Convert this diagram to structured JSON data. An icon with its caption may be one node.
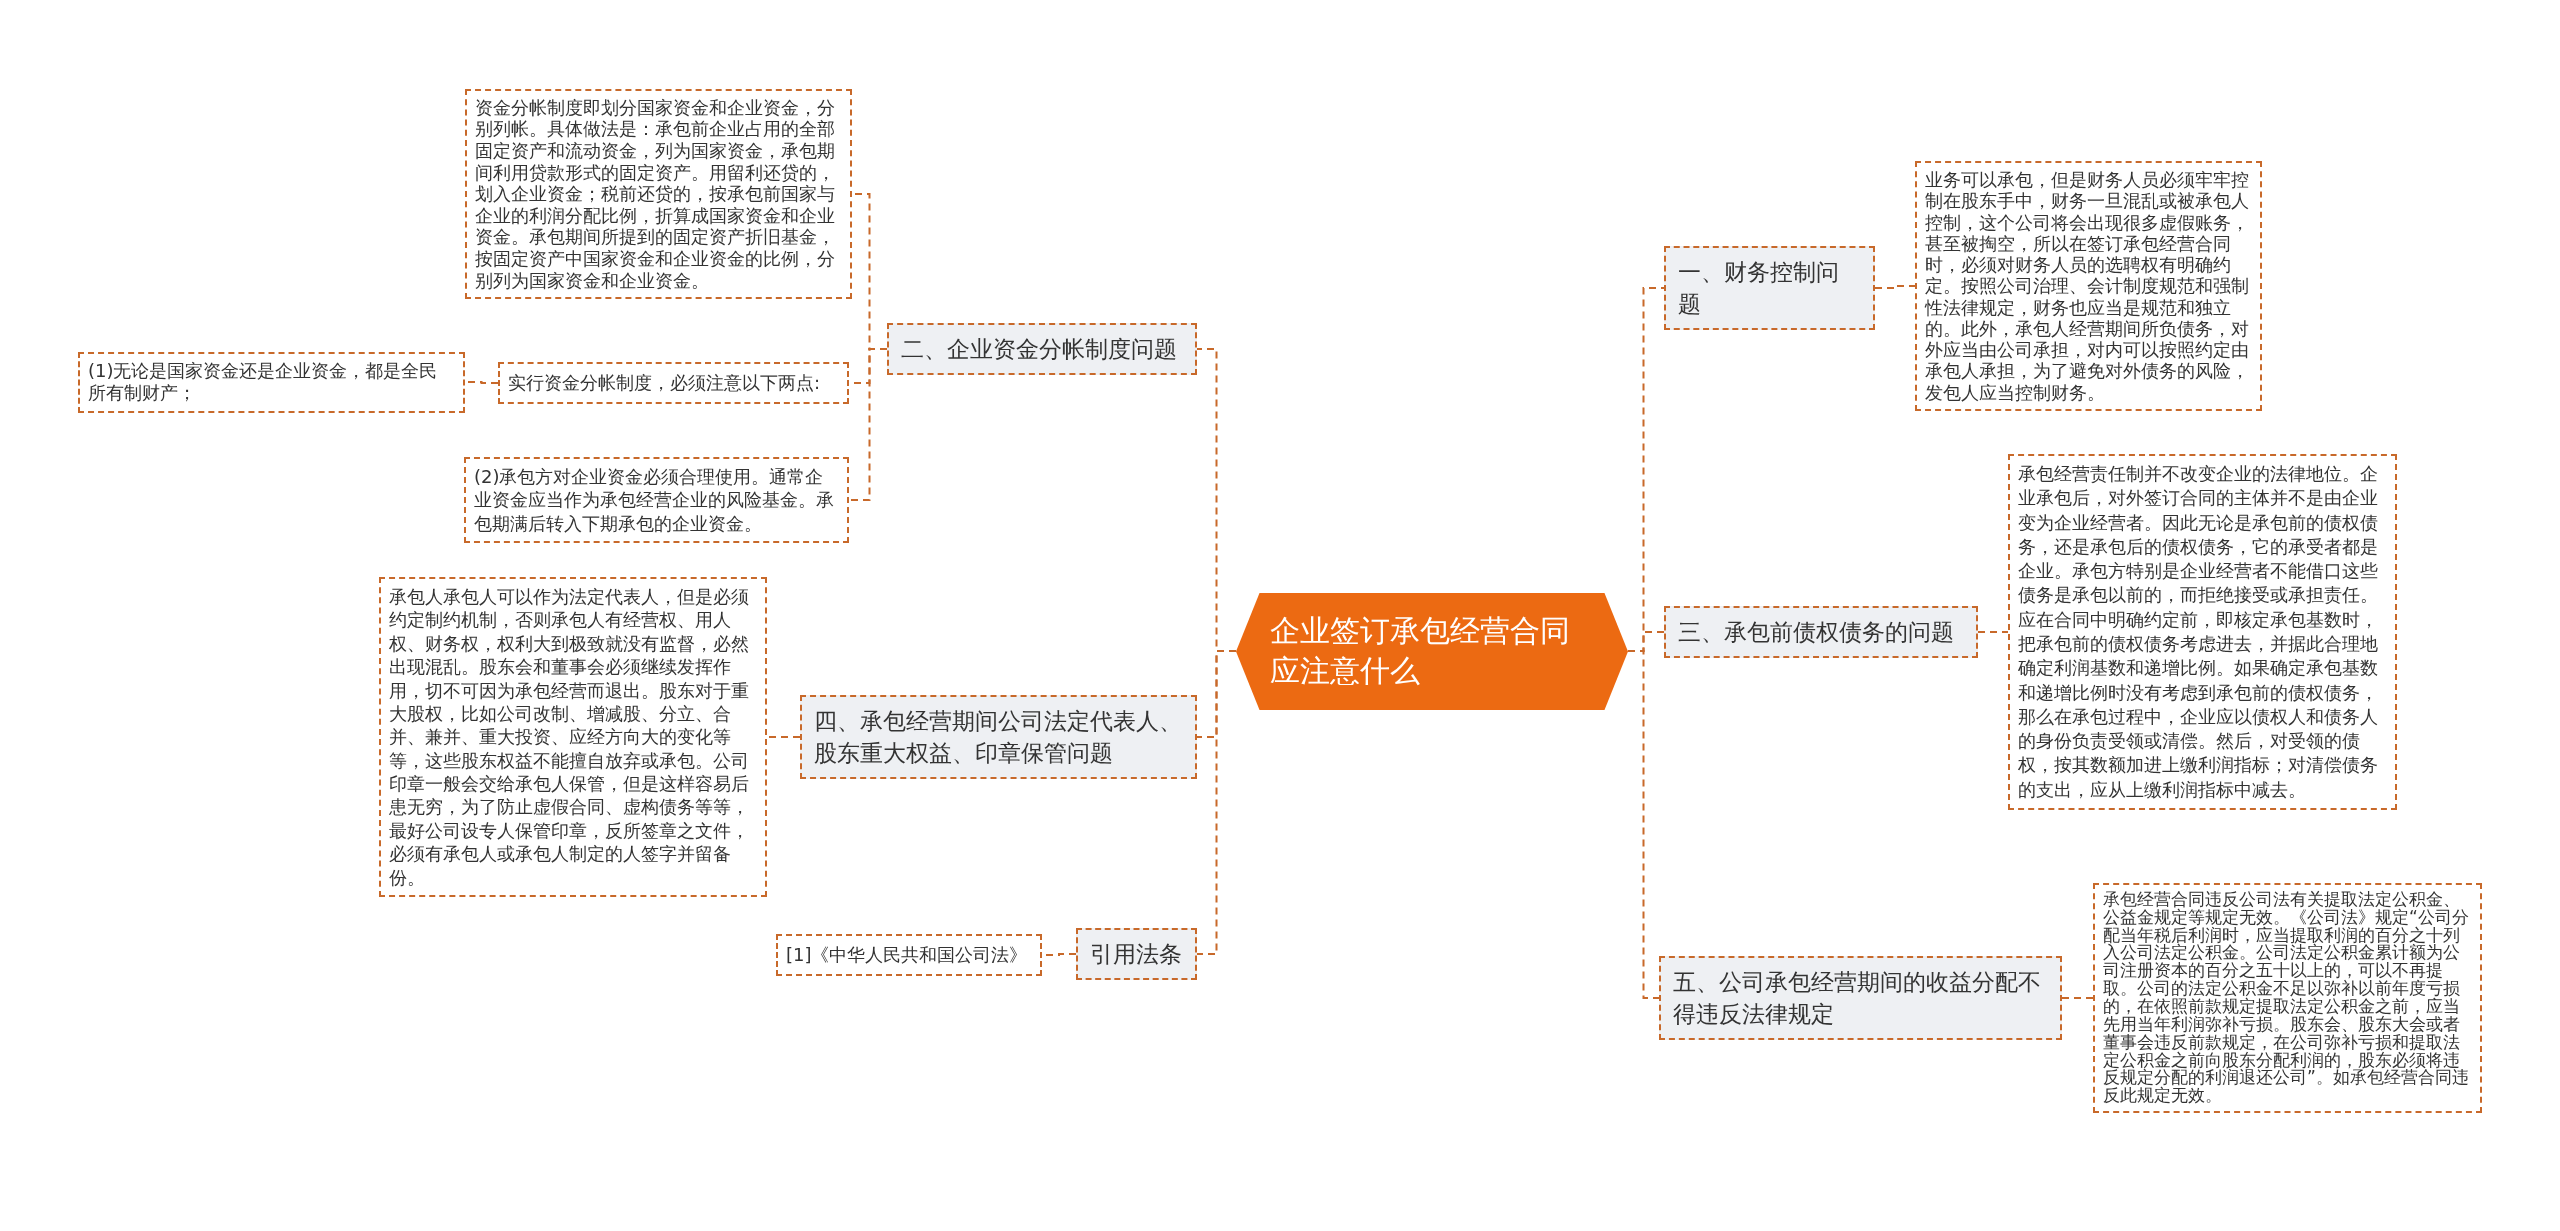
{
  "diagram": {
    "nodes": [
      {
        "text": [
          "企业签订承包经营合同应注意什么"
        ]
      },
      {
        "text": [
          "二、企业资金分帐制度问题"
        ]
      },
      {
        "text": [
          "资金分帐制度即划分国家资金和企业资金，分别列帐。具体做法是：承包前企业占用的全部固定资产和流动资金，列为国家资金，承包期间利用贷款形式的固定资产。用留利还贷的，划入企业资金；税前还贷的，按承包前国家与企业的利润分配比例，折算成国家资金和企业资金。承包期间所提到的固定资产折旧基金，按固定资产中国家资金和企业资金的比例，分别列为国家资金和企业资金。"
        ]
      },
      {
        "text": [
          "实行资金分帐制度，必须注意以下两点:"
        ]
      },
      {
        "text": [
          "(1)无论是国家资金还是企业资金，都是全民所有制财产；"
        ]
      },
      {
        "text": [
          "(2)承包方对企业资金必须合理使用。通常企业资金应当作为承包经营企业的风险基金。承包期满后转入下期承包的企业资金。"
        ]
      },
      {
        "text": [
          "四、承包经营期间公司法定代表人、股东重大权益、印章保管问题"
        ]
      },
      {
        "text": [
          "承包人承包人可以作为法定代表人，但是必须约定制约机制，否则承包人有经营权、用人权、财务权，权利大到极致就没有监督，必然出现混乱。股东会和董事会必须继续发挥作用，切不可因为承包经营而退出。股东对于重大股权，比如公司改制、增减股、分立、合并、兼并、重大投资、应经方向大的变化等等，这些股东权益不能擅自放弃或承包。公司印章一般会交给承包人保管，但是这样容易后患无穷，为了防止虚假合同、虚构债务等等，最好公司设专人保管印章，反所签章之文件，必须有承包人或承包人制定的人签字并留备份。"
        ]
      },
      {
        "text": [
          "引用法条"
        ]
      },
      {
        "text": [
          "[1]《中华人民共和国公司法》"
        ]
      },
      {
        "text": [
          "一、财务控制问题"
        ]
      },
      {
        "text": [
          "业务可以承包，但是财务人员必须牢牢控制在股东手中，财务一旦混乱或被承包人控制，这个公司将会出现很多虚假账务，甚至被掏空，所以在签订承包经营合同时，必须对财务人员的选聘权有明确约定。按照公司治理、会计制度规范和强制性法律规定，财务也应当是规范和独立的。此外，承包人经营期间所负债务，对外应当由公司承担，对内可以按照约定由承包人承担，为了避免对外债务的风险，发包人应当控制财务。"
        ]
      },
      {
        "text": [
          "三、承包前债权债务的问题"
        ]
      },
      {
        "text": [
          "承包经营责任制并不改变企业的法律地位。企业承包后，对外签订合同的主体并不是由企业变为企业经营者。因此无论是承包前的债权债务，还是承包后的债权债务，它的承受者都是企业。承包方特别是企业经营者不能借口这些债务是承包以前的，而拒绝接受或承担责任。应在合同中明确约定前，即核定承包基数时，把承包前的债权债务考虑进去，并据此合理地确定利润基数和递增比例。如果确定承包基数和递增比例时没有考虑到承包前的债权债务，那么在承包过程中，企业应以债权人和债务人的身份负责受领或清偿。然后，对受领的债权，按其数额加进上缴利润指标；对清偿债务的支出，应从上缴利润指标中减去。"
        ]
      },
      {
        "text": [
          "五、公司承包经营期间的收益分配不得违反法律规定"
        ]
      },
      {
        "text": [
          "承包经营合同违反公司法有关提取法定公积金、公益金规定等规定无效。《公司法》规定“公司分配当年税后利润时，应当提取利润的百分之十列入公司法定公积金。公司法定公积金累计额为公司注册资本的百分之五十以上的，可以不再提取。公司的法定公积金不足以弥补以前年度亏损的，在依照前款规定提取法定公积金之前，应当先用当年利润弥补亏损。股东会、股东大会或者董事会违反前款规定，在公司弥补亏损和提取法定公积金之前向股东分配利润的，股东必须将违反规定分配的利润退还公司”。如承包经营合同违反此规定无效。"
        ]
      }
    ],
    "edges": [
      {
        "from": 0,
        "to": 1,
        "arrow": "none",
        "style": "dashed"
      },
      {
        "from": 1,
        "to": 2,
        "arrow": "none",
        "style": "dashed"
      },
      {
        "from": 1,
        "to": 3,
        "arrow": "none",
        "style": "dashed"
      },
      {
        "from": 3,
        "to": 4,
        "arrow": "none",
        "style": "dashed"
      },
      {
        "from": 1,
        "to": 5,
        "arrow": "none",
        "style": "dashed"
      },
      {
        "from": 0,
        "to": 6,
        "arrow": "none",
        "style": "dashed"
      },
      {
        "from": 6,
        "to": 7,
        "arrow": "none",
        "style": "dashed"
      },
      {
        "from": 0,
        "to": 8,
        "arrow": "none",
        "style": "dashed"
      },
      {
        "from": 8,
        "to": 9,
        "arrow": "none",
        "style": "dashed"
      },
      {
        "from": 0,
        "to": 10,
        "arrow": "none",
        "style": "dashed"
      },
      {
        "from": 10,
        "to": 11,
        "arrow": "none",
        "style": "dashed"
      },
      {
        "from": 0,
        "to": 12,
        "arrow": "none",
        "style": "dashed"
      },
      {
        "from": 12,
        "to": 13,
        "arrow": "none",
        "style": "dashed"
      },
      {
        "from": 0,
        "to": 14,
        "arrow": "none",
        "style": "dashed"
      },
      {
        "from": 14,
        "to": 15,
        "arrow": "none",
        "style": "dashed"
      }
    ]
  }
}
